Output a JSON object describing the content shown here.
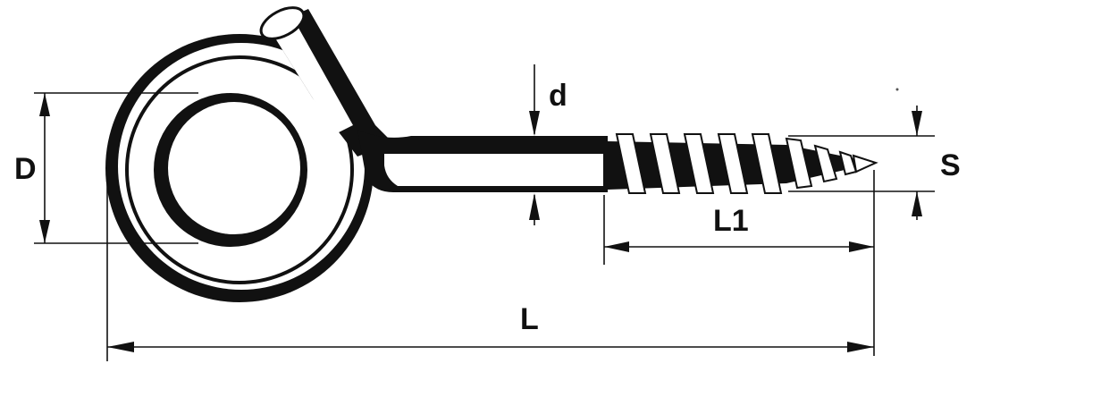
{
  "diagram": {
    "subject": "screw eye hook",
    "labels": {
      "D": "D",
      "d": "d",
      "S": "S",
      "L1": "L1",
      "L": "L"
    },
    "colors": {
      "ink": "#111111",
      "paper": "#ffffff"
    }
  }
}
